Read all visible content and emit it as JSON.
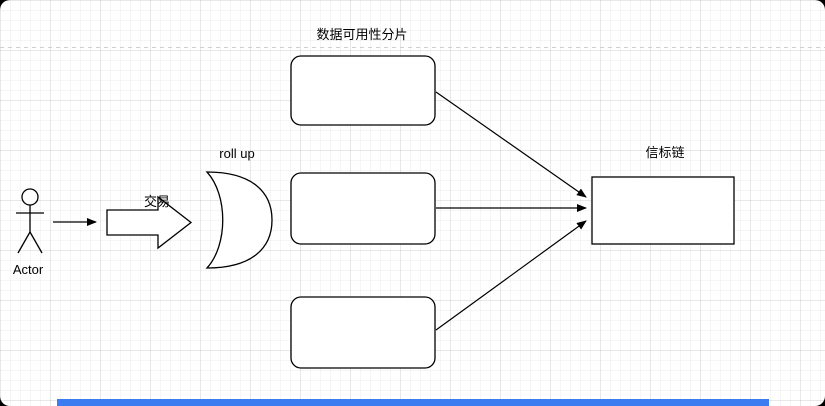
{
  "diagram": {
    "actor": {
      "label": "Actor"
    },
    "transaction": {
      "label": "交易"
    },
    "rollup": {
      "label": "roll up"
    },
    "shards": {
      "title": "数据可用性分片"
    },
    "beacon": {
      "label": "信标链",
      "label_color": "#993300"
    }
  },
  "ui": {
    "bottom_bar_color": "#3b7cf0"
  }
}
